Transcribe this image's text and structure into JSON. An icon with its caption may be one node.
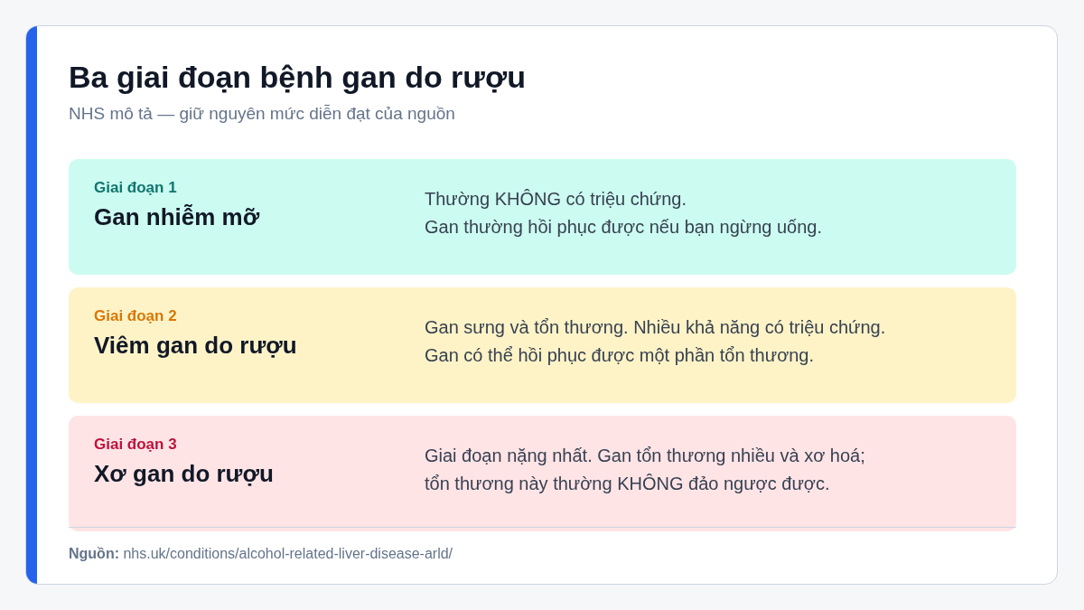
{
  "diagram": {
    "title": "Ba giai đoạn bệnh gan do rượu",
    "nodes": [
      {
        "text": [
          "Giai đoạn 1",
          "Gan nhiễm mỡ",
          "Thường KHÔNG có triệu chứng.",
          "Gan thường hồi phục được nếu bạn ngừng uống."
        ]
      },
      {
        "text": [
          "Giai đoạn 2",
          "Viêm gan do rượu",
          "Gan sưng và tổn thương. Nhiều khả năng có triệu chứng.",
          "Gan có thể hồi phục được một phần tổn thương."
        ]
      },
      {
        "text": [
          "Giai đoạn 3",
          "Xơ gan do rượu",
          "Giai đoạn nặng nhất. Gan tổn thương nhiều và xơ hoá;",
          "tổn thương này thường KHÔNG đảo ngược được."
        ]
      }
    ],
    "labels": [
      "NHS mô tả — giữ nguyên mức diễn đạt của nguồn",
      "**Nguồn:** nhs.uk/conditions/alcohol-related-liver-disease-arld/"
    ]
  }
}
